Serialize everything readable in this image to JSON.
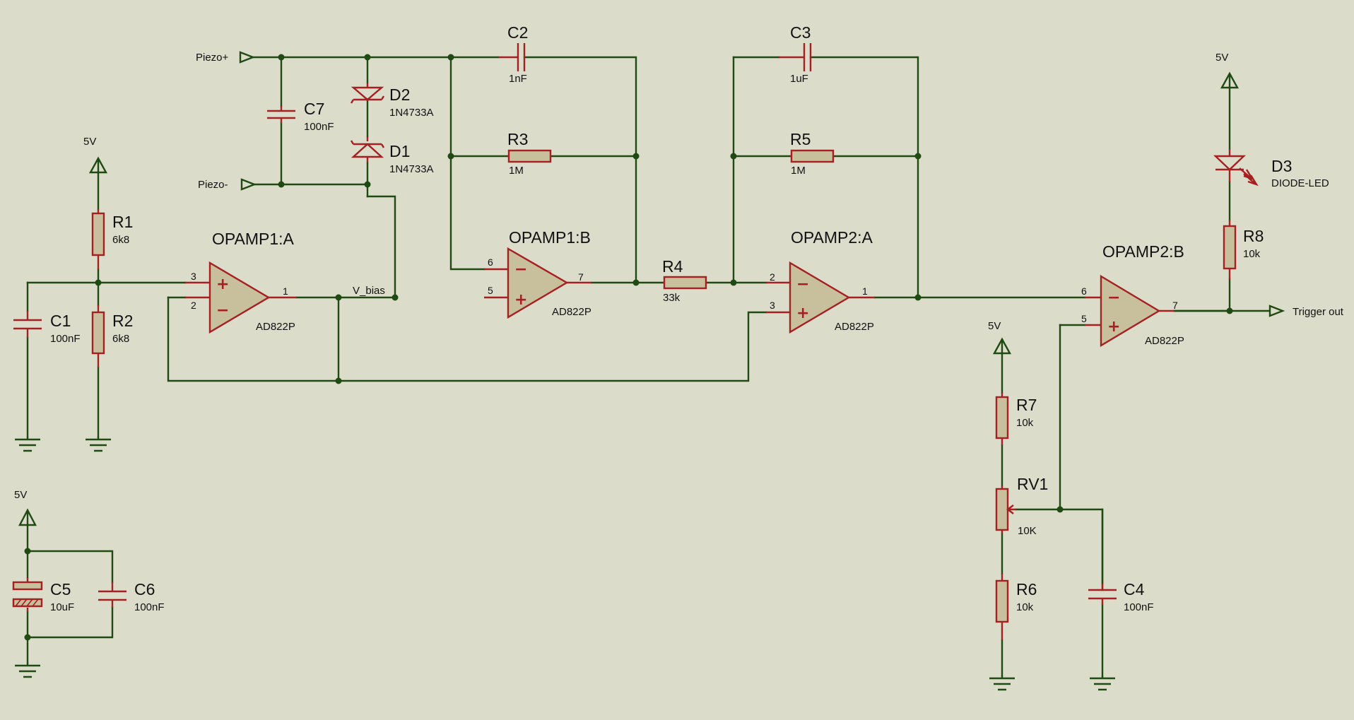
{
  "power": {
    "label": "5V"
  },
  "ports": {
    "piezo_pos": "Piezo+",
    "piezo_neg": "Piezo-",
    "trigger_out": "Trigger out"
  },
  "nets": {
    "v_bias": "V_bias"
  },
  "opamps": {
    "opamp1a": {
      "ref": "OPAMP1:A",
      "part": "AD822P",
      "pin_plus": "3",
      "pin_minus": "2",
      "pin_out": "1"
    },
    "opamp1b": {
      "ref": "OPAMP1:B",
      "part": "AD822P",
      "pin_minus": "6",
      "pin_plus": "5",
      "pin_out": "7"
    },
    "opamp2a": {
      "ref": "OPAMP2:A",
      "part": "AD822P",
      "pin_minus": "2",
      "pin_plus": "3",
      "pin_out": "1"
    },
    "opamp2b": {
      "ref": "OPAMP2:B",
      "part": "AD822P",
      "pin_minus": "6",
      "pin_plus": "5",
      "pin_out": "7"
    }
  },
  "resistors": {
    "r1": {
      "ref": "R1",
      "value": "6k8"
    },
    "r2": {
      "ref": "R2",
      "value": "6k8"
    },
    "r3": {
      "ref": "R3",
      "value": "1M"
    },
    "r4": {
      "ref": "R4",
      "value": "33k"
    },
    "r5": {
      "ref": "R5",
      "value": "1M"
    },
    "r6": {
      "ref": "R6",
      "value": "10k"
    },
    "r7": {
      "ref": "R7",
      "value": "10k"
    },
    "r8": {
      "ref": "R8",
      "value": "10k"
    },
    "rv1": {
      "ref": "RV1",
      "value": "10K"
    }
  },
  "capacitors": {
    "c1": {
      "ref": "C1",
      "value": "100nF"
    },
    "c2": {
      "ref": "C2",
      "value": "1nF"
    },
    "c3": {
      "ref": "C3",
      "value": "1uF"
    },
    "c4": {
      "ref": "C4",
      "value": "100nF"
    },
    "c5": {
      "ref": "C5",
      "value": "10uF"
    },
    "c6": {
      "ref": "C6",
      "value": "100nF"
    },
    "c7": {
      "ref": "C7",
      "value": "100nF"
    }
  },
  "diodes": {
    "d1": {
      "ref": "D1",
      "value": "1N4733A"
    },
    "d2": {
      "ref": "D2",
      "value": "1N4733A"
    },
    "d3": {
      "ref": "D3",
      "value": "DIODE-LED"
    }
  },
  "colors": {
    "background": "#dcdccb",
    "wire": "#1f4a12",
    "component": "#a52020",
    "body_fill": "#c8bf9d"
  }
}
